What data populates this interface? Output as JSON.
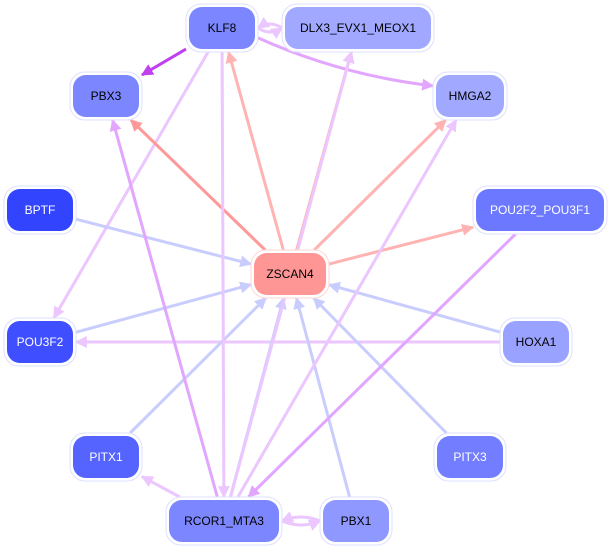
{
  "title": "Gene regulatory network",
  "colors": {
    "edge_activation": "#ffb3b3",
    "edge_activation_strong": "#ff9999",
    "edge_repression": "#c9cdfd",
    "edge_purple_light": "#ebc6ff",
    "edge_purple_mid": "#e2a6ff",
    "edge_purple_strong": "#c040f0"
  },
  "nodes": [
    {
      "id": "KLF8",
      "label": "KLF8",
      "fill": "#7b86ff",
      "text": "#000000"
    },
    {
      "id": "DLX3_EVX1_MEOX1",
      "label": "DLX3_EVX1_MEOX1",
      "fill": "#a0a8ff",
      "text": "#000000"
    },
    {
      "id": "PBX3",
      "label": "PBX3",
      "fill": "#7b86ff",
      "text": "#000000"
    },
    {
      "id": "HMGA2",
      "label": "HMGA2",
      "fill": "#a0a8ff",
      "text": "#000000"
    },
    {
      "id": "BPTF",
      "label": "BPTF",
      "fill": "#3344ff",
      "text": "#ffffff"
    },
    {
      "id": "POU2F2_POU3F1",
      "label": "POU2F2_POU3F1",
      "fill": "#6b78ff",
      "text": "#ffffff"
    },
    {
      "id": "ZSCAN4",
      "label": "ZSCAN4",
      "fill": "#ff9696",
      "text": "#000000"
    },
    {
      "id": "POU3F2",
      "label": "POU3F2",
      "fill": "#3f4fff",
      "text": "#ffffff"
    },
    {
      "id": "HOXA1",
      "label": "HOXA1",
      "fill": "#9aa2ff",
      "text": "#000000"
    },
    {
      "id": "PITX1",
      "label": "PITX1",
      "fill": "#5563ff",
      "text": "#ffffff"
    },
    {
      "id": "PITX3",
      "label": "PITX3",
      "fill": "#727eff",
      "text": "#ffffff"
    },
    {
      "id": "RCOR1_MTA3",
      "label": "RCOR1_MTA3",
      "fill": "#7b86ff",
      "text": "#000000"
    },
    {
      "id": "PBX1",
      "label": "PBX1",
      "fill": "#8f98ff",
      "text": "#000000"
    }
  ],
  "edges": [
    {
      "source": "KLF8",
      "target": "PBX3",
      "type": "purple_strong"
    },
    {
      "source": "KLF8",
      "target": "HMGA2",
      "type": "purple_mid"
    },
    {
      "source": "KLF8",
      "target": "DLX3_EVX1_MEOX1",
      "type": "purple_light"
    },
    {
      "source": "DLX3_EVX1_MEOX1",
      "target": "KLF8",
      "type": "purple_light"
    },
    {
      "source": "KLF8",
      "target": "POU3F2",
      "type": "purple_light"
    },
    {
      "source": "ZSCAN4",
      "target": "KLF8",
      "type": "activation"
    },
    {
      "source": "ZSCAN4",
      "target": "PBX3",
      "type": "activation_strong"
    },
    {
      "source": "ZSCAN4",
      "target": "DLX3_EVX1_MEOX1",
      "type": "activation"
    },
    {
      "source": "ZSCAN4",
      "target": "HMGA2",
      "type": "activation"
    },
    {
      "source": "ZSCAN4",
      "target": "POU2F2_POU3F1",
      "type": "activation"
    },
    {
      "source": "BPTF",
      "target": "ZSCAN4",
      "type": "repression"
    },
    {
      "source": "POU3F2",
      "target": "ZSCAN4",
      "type": "repression"
    },
    {
      "source": "HOXA1",
      "target": "ZSCAN4",
      "type": "repression"
    },
    {
      "source": "HOXA1",
      "target": "POU3F2",
      "type": "purple_light"
    },
    {
      "source": "PITX1",
      "target": "ZSCAN4",
      "type": "repression"
    },
    {
      "source": "PITX3",
      "target": "ZSCAN4",
      "type": "repression"
    },
    {
      "source": "PBX1",
      "target": "ZSCAN4",
      "type": "repression"
    },
    {
      "source": "RCOR1_MTA3",
      "target": "ZSCAN4",
      "type": "repression"
    },
    {
      "source": "RCOR1_MTA3",
      "target": "PBX3",
      "type": "purple_mid"
    },
    {
      "source": "RCOR1_MTA3",
      "target": "DLX3_EVX1_MEOX1",
      "type": "purple_light"
    },
    {
      "source": "RCOR1_MTA3",
      "target": "HMGA2",
      "type": "purple_light"
    },
    {
      "source": "RCOR1_MTA3",
      "target": "PITX1",
      "type": "purple_light"
    },
    {
      "source": "RCOR1_MTA3",
      "target": "PBX1",
      "type": "purple_light"
    },
    {
      "source": "PBX1",
      "target": "RCOR1_MTA3",
      "type": "purple_light"
    },
    {
      "source": "KLF8",
      "target": "RCOR1_MTA3",
      "type": "purple_light"
    },
    {
      "source": "POU2F2_POU3F1",
      "target": "RCOR1_MTA3",
      "type": "purple_mid"
    }
  ]
}
